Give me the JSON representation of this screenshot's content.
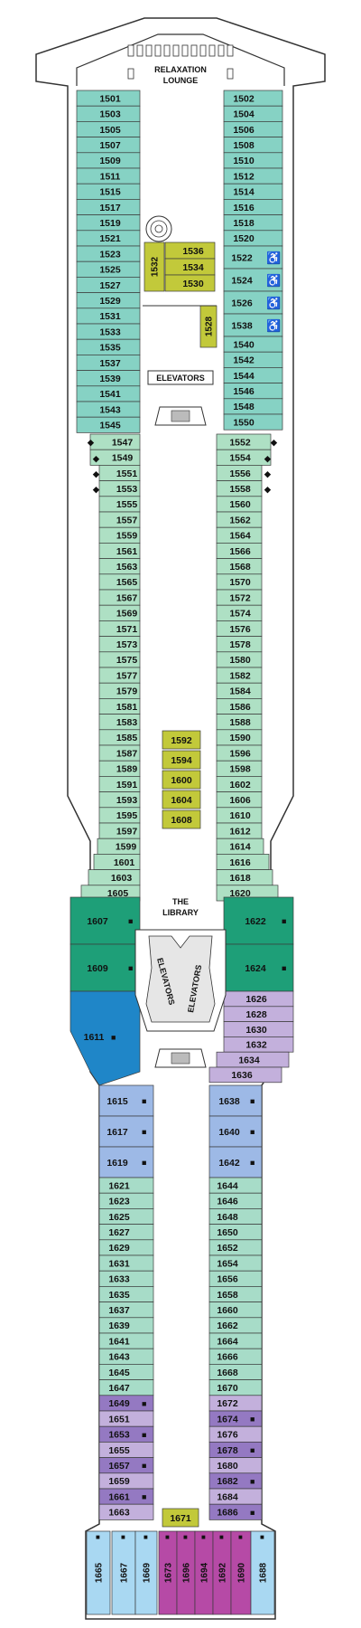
{
  "colors": {
    "deck_outline": "#333333",
    "corridor": "#ffffff",
    "aqua": "#86d2c4",
    "aqua_light": "#a7dcc8",
    "mint": "#aee0c4",
    "green_dark": "#1e9f78",
    "blue_suite": "#1f86c8",
    "blue_periwinkle": "#9db9e6",
    "lavender": "#c3b0dc",
    "purple_dark": "#9479c2",
    "light_blue": "#a9d8f2",
    "magenta": "#b64aa6",
    "yellow_green": "#c2c93a"
  },
  "labels": {
    "relaxation_lounge_1": "RELAXATION",
    "relaxation_lounge_2": "LOUNGE",
    "elevators_forward": "ELEVATORS",
    "library_1": "THE",
    "library_2": "LIBRARY",
    "elevators_left": "ELEVATORS",
    "elevators_right": "ELEVATORS"
  },
  "symbols": {
    "accessible": "♿",
    "connecting": "■",
    "diamond": "◆"
  },
  "cabins": {
    "left_forward": [
      "1501",
      "1503",
      "1505",
      "1507",
      "1509",
      "1511",
      "1515",
      "1517",
      "1519",
      "1521",
      "1523",
      "1525",
      "1527",
      "1529",
      "1531",
      "1533",
      "1535",
      "1537",
      "1539",
      "1541",
      "1543",
      "1545"
    ],
    "right_forward": [
      "1502",
      "1504",
      "1506",
      "1508",
      "1510",
      "1512",
      "1514",
      "1516",
      "1518",
      "1520",
      "1522",
      "1524",
      "1526",
      "1538",
      "1540",
      "1542",
      "1544",
      "1546",
      "1548",
      "1550"
    ],
    "right_accessible": [
      "1522",
      "1524",
      "1526",
      "1538"
    ],
    "left_mid": [
      "1547",
      "1549",
      "1551",
      "1553",
      "1555",
      "1557",
      "1559",
      "1561",
      "1563",
      "1565",
      "1567",
      "1569",
      "1571",
      "1573",
      "1575",
      "1577",
      "1579",
      "1581",
      "1583",
      "1585",
      "1587",
      "1589",
      "1591",
      "1593",
      "1595",
      "1597",
      "1599",
      "1601",
      "1603",
      "1605"
    ],
    "right_mid": [
      "1552",
      "1554",
      "1556",
      "1558",
      "1560",
      "1562",
      "1564",
      "1566",
      "1568",
      "1570",
      "1572",
      "1574",
      "1576",
      "1578",
      "1580",
      "1582",
      "1584",
      "1586",
      "1588",
      "1590",
      "1596",
      "1598",
      "1602",
      "1606",
      "1610",
      "1612",
      "1614",
      "1616",
      "1618",
      "1620"
    ],
    "center_forward": [
      "1536",
      "1534",
      "1530"
    ],
    "center_forward_side": "1532",
    "center_forward_single": "1528",
    "center_mid": [
      "1592",
      "1594",
      "1600",
      "1604",
      "1608"
    ],
    "left_suites": [
      "1607",
      "1609"
    ],
    "left_big_suite": "1611",
    "right_suites": [
      "1622",
      "1624"
    ],
    "right_lavender": [
      "1626",
      "1628",
      "1630",
      "1632",
      "1634",
      "1636"
    ],
    "left_aft_upper": [
      "1615",
      "1617",
      "1619"
    ],
    "right_aft_upper": [
      "1638",
      "1640",
      "1642"
    ],
    "left_aft": [
      "1621",
      "1623",
      "1625",
      "1627",
      "1629",
      "1631",
      "1633",
      "1635",
      "1637",
      "1639",
      "1641",
      "1643",
      "1645",
      "1647",
      "1649",
      "1651",
      "1653",
      "1655",
      "1657",
      "1659",
      "1661",
      "1663"
    ],
    "right_aft": [
      "1644",
      "1646",
      "1648",
      "1650",
      "1652",
      "1654",
      "1656",
      "1658",
      "1660",
      "1662",
      "1664",
      "1666",
      "1668",
      "1670",
      "1672",
      "1674",
      "1676",
      "1678",
      "1680",
      "1682",
      "1684",
      "1686"
    ],
    "center_aft": "1671",
    "stern": [
      "1665",
      "1667",
      "1669",
      "1673",
      "1696",
      "1694",
      "1692",
      "1690",
      "1688"
    ]
  }
}
